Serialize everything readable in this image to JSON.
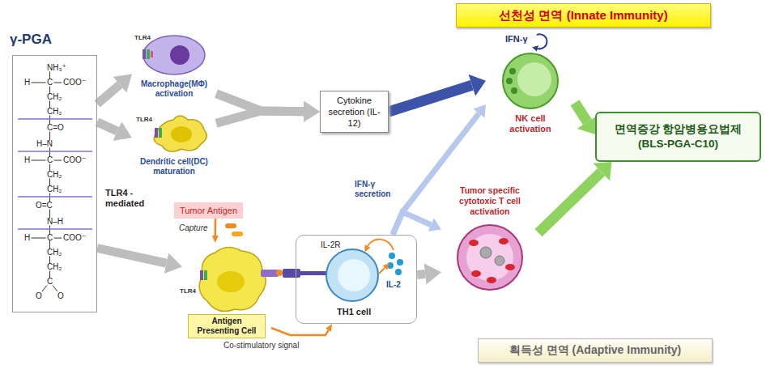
{
  "diagram": {
    "nodes": [
      {
        "text": [
          "선천성 면역 (Innate Immunity)"
        ]
      },
      {
        "text": [
          "γ-PGA"
        ]
      },
      {
        "text": [
          "Macrophage(MΦ) activation"
        ]
      },
      {
        "text": [
          "Dendritic cell(DC) maturation"
        ]
      },
      {
        "text": [
          "Cytokine secretion (IL-12)"
        ]
      },
      {
        "text": [
          "NK cell activation"
        ]
      },
      {
        "text": [
          "면역증강 항암병용요법제",
          "(BLS-PGA-C10)"
        ]
      },
      {
        "text": [
          "Tumor Antigen"
        ]
      },
      {
        "text": [
          "Antigen Presenting Cell"
        ]
      },
      {
        "text": [
          "IL-2R",
          "IL-2",
          "TH1 cell"
        ]
      },
      {
        "text": [
          "Tumor specific cytotoxic T cell activation"
        ]
      },
      {
        "text": [
          "획득성 면역 (Adaptive Immunity)"
        ]
      }
    ],
    "edges": [
      {
        "from": 1,
        "to": 2,
        "arrow": "to"
      },
      {
        "from": 1,
        "to": 3,
        "arrow": "to"
      },
      {
        "from": 2,
        "to": 4,
        "arrow": "to"
      },
      {
        "from": 3,
        "to": 4,
        "arrow": "to"
      },
      {
        "from": 4,
        "to": 5,
        "arrow": "to"
      },
      {
        "from": 9,
        "to": 5,
        "label": "IFN-γ secretion",
        "arrow": "to"
      },
      {
        "from": 9,
        "to": 10,
        "arrow": "to"
      },
      {
        "from": 5,
        "to": 6,
        "arrow": "to"
      },
      {
        "from": 10,
        "to": 6,
        "arrow": "to"
      },
      {
        "from": 1,
        "to": 8,
        "arrow": "to"
      },
      {
        "from": 7,
        "to": 8,
        "label": "Capture",
        "arrow": "to"
      },
      {
        "from": 8,
        "to": 9,
        "label": "Co-stimulatory signal",
        "arrow": "to"
      },
      {
        "from": 9,
        "to": 10,
        "arrow": "to"
      }
    ],
    "labels": [
      "NH₃⁺",
      "H",
      "C",
      "COO⁻",
      "CH₂",
      "CH₂",
      "C=O",
      "H–N",
      "H",
      "C",
      "COO⁻",
      "CH₂",
      "CH₂",
      "O=C",
      "N–H",
      "H",
      "C",
      "COO⁻",
      "CH₂",
      "CH₂",
      "C",
      "O",
      "O",
      "TLR4",
      "TLR4",
      "TLR4 -mediated",
      "TLR4",
      "IFN-γ"
    ]
  }
}
